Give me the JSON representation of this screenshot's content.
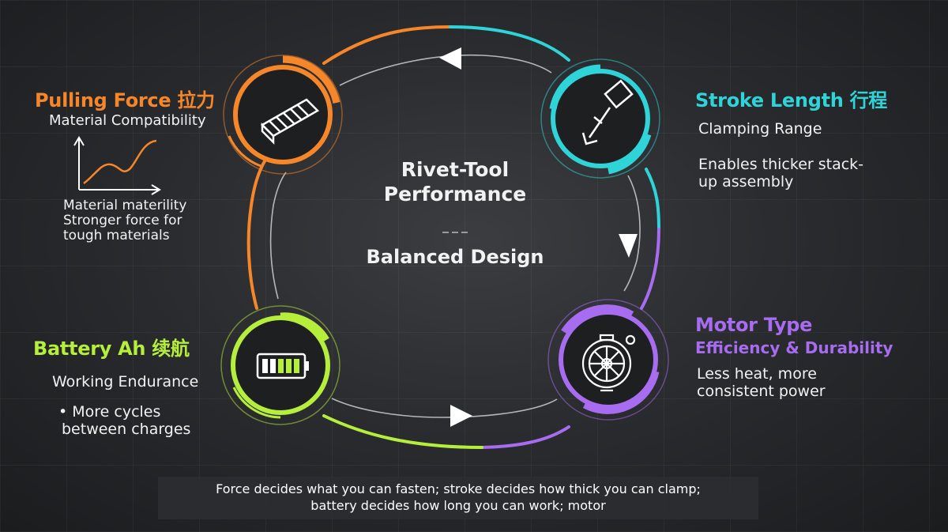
{
  "center": {
    "title_line1": "Rivet-Tool",
    "title_line2": "Performance",
    "separator": "---",
    "subtitle": "Balanced Design"
  },
  "nodes": {
    "pulling_force": {
      "title": "Pulling Force 拉力",
      "color": "#f5862a",
      "icon": "rivet-bar-icon",
      "chart_label": "Material Compatibility",
      "line1": "Material materility",
      "line2": "Stronger force for",
      "line3": "tough materials"
    },
    "stroke_length": {
      "title": "Stroke Length 行程",
      "color": "#2fd4d8",
      "icon": "stroke-plunger-icon",
      "line1": "Clamping Range",
      "line2": "Enables thicker stack-",
      "line3": "up assembly"
    },
    "motor_type": {
      "title": "Motor Type",
      "subtitle": "Efficiency & Durability",
      "color": "#a86cf0",
      "icon": "motor-icon",
      "line1": "Less heat, more",
      "line2": "consistent power"
    },
    "battery_ah": {
      "title": "Battery Ah 续航",
      "color": "#b6ee3c",
      "icon": "battery-icon",
      "line1": "Working Endurance",
      "line2": "• More cycles",
      "line3": "between charges"
    }
  },
  "footer": {
    "line1": "Force decides what you can fasten; stroke decides how thick you can clamp;",
    "line2": "battery decides how long you can work; motor"
  }
}
